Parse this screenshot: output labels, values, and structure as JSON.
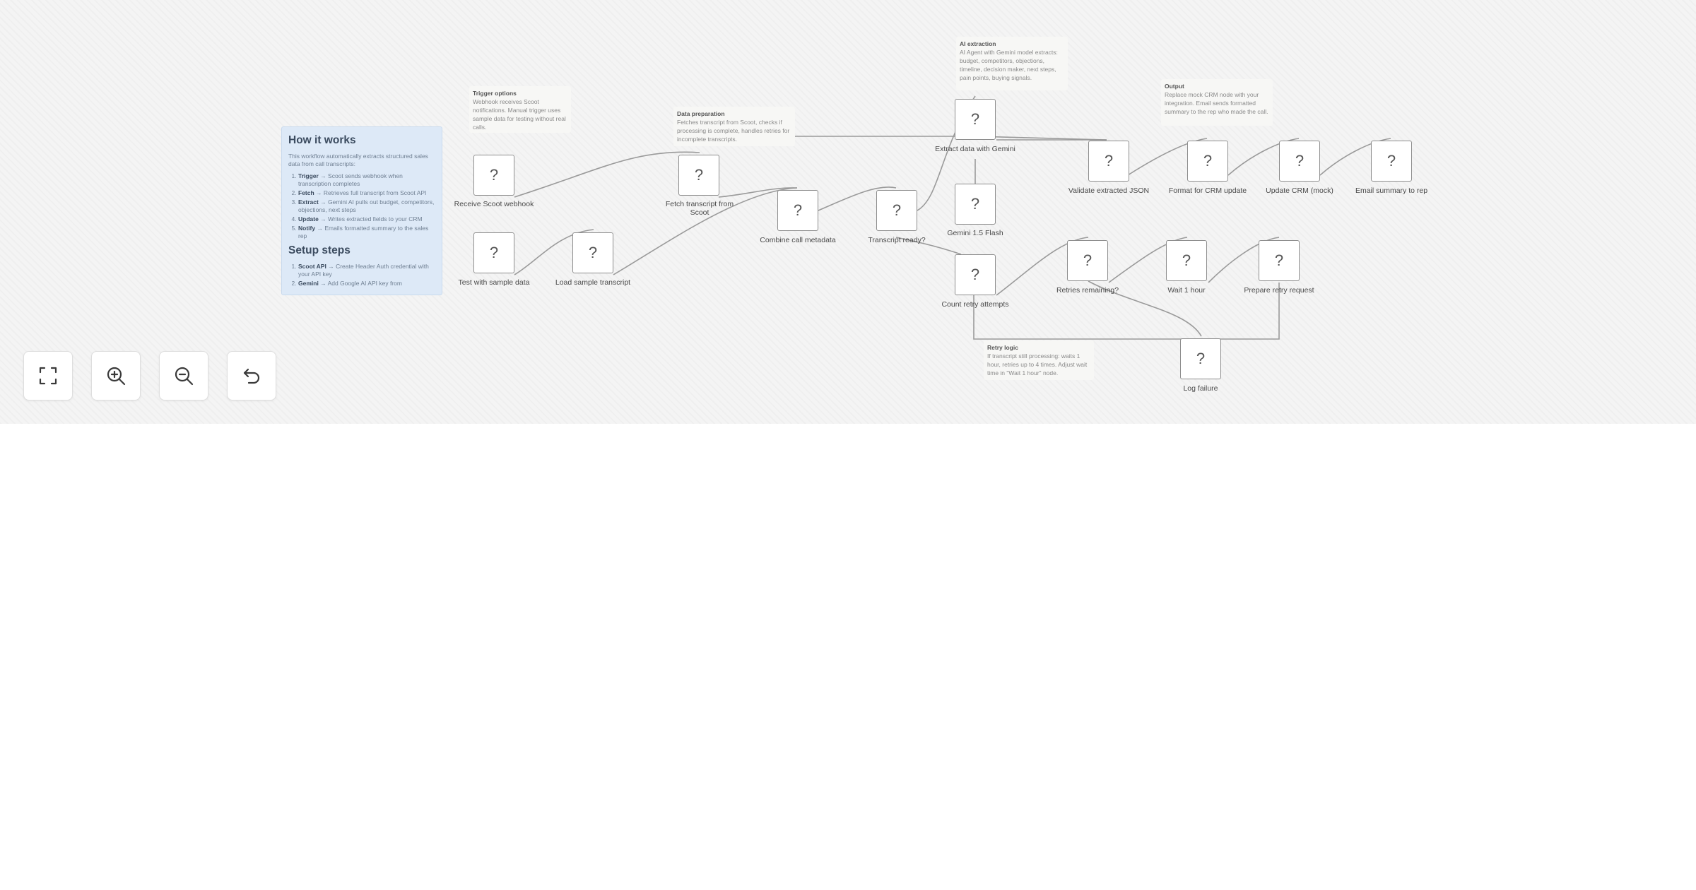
{
  "nodes": [
    {
      "id": "receive-webhook",
      "icon": "?",
      "label": "Receive Scoot webhook"
    },
    {
      "id": "test-sample",
      "icon": "?",
      "label": "Test with sample data"
    },
    {
      "id": "load-sample",
      "icon": "?",
      "label": "Load sample transcript"
    },
    {
      "id": "fetch-transcript",
      "icon": "?",
      "label": "Fetch transcript from Scoot"
    },
    {
      "id": "combine-metadata",
      "icon": "?",
      "label": "Combine call metadata"
    },
    {
      "id": "transcript-ready",
      "icon": "?",
      "label": "Transcript ready?"
    },
    {
      "id": "extract-gemini",
      "icon": "?",
      "label": "Extract data with Gemini"
    },
    {
      "id": "gemini-flash",
      "icon": "?",
      "label": "Gemini 1.5 Flash"
    },
    {
      "id": "count-retry",
      "icon": "?",
      "label": "Count retry attempts"
    },
    {
      "id": "validate-json",
      "icon": "?",
      "label": "Validate extracted JSON"
    },
    {
      "id": "format-crm",
      "icon": "?",
      "label": "Format for CRM update"
    },
    {
      "id": "update-crm",
      "icon": "?",
      "label": "Update CRM (mock)"
    },
    {
      "id": "email-summary",
      "icon": "?",
      "label": "Email summary to rep"
    },
    {
      "id": "retries-remaining",
      "icon": "?",
      "label": "Retries remaining?"
    },
    {
      "id": "wait-hour",
      "icon": "?",
      "label": "Wait 1 hour"
    },
    {
      "id": "prepare-retry",
      "icon": "?",
      "label": "Prepare retry request"
    },
    {
      "id": "log-failure",
      "icon": "?",
      "label": "Log failure"
    }
  ],
  "notes": {
    "trigger": {
      "title": "Trigger options",
      "body": "Webhook receives Scoot notifications. Manual trigger uses sample data for testing without real calls."
    },
    "data_prep": {
      "title": "Data preparation",
      "body": "Fetches transcript from Scoot, checks if processing is complete, handles retries for incomplete transcripts."
    },
    "ai_extraction": {
      "title": "AI extraction",
      "body": "AI Agent with Gemini model extracts: budget, competitors, objections, timeline, decision maker, next steps, pain points, buying signals."
    },
    "output": {
      "title": "Output",
      "body": "Replace mock CRM node with your integration. Email sends formatted summary to the rep who made the call."
    },
    "retry": {
      "title": "Retry logic",
      "body": "If transcript still processing: waits 1 hour, retries up to 4 times. Adjust wait time in \"Wait 1 hour\" node."
    }
  },
  "how_it_works": {
    "title": "How it works",
    "intro": "This workflow automatically extracts structured sales data from call transcripts:",
    "steps": [
      {
        "name": "Trigger",
        "text": "→ Scoot sends webhook when transcription completes"
      },
      {
        "name": "Fetch",
        "text": "→ Retrieves full transcript from Scoot API"
      },
      {
        "name": "Extract",
        "text": "→ Gemini AI pulls out budget, competitors, objections, next steps"
      },
      {
        "name": "Update",
        "text": "→ Writes extracted fields to your CRM"
      },
      {
        "name": "Notify",
        "text": "→ Emails formatted summary to the sales rep"
      }
    ],
    "setup_title": "Setup steps",
    "setup_steps": [
      {
        "name": "Scoot API",
        "text": "→ Create Header Auth credential with your API key"
      },
      {
        "name": "Gemini",
        "text": "→ Add Google AI API key from"
      }
    ]
  },
  "controls": [
    {
      "id": "fit-view",
      "icon": "fullscreen-icon"
    },
    {
      "id": "zoom-in",
      "icon": "zoom-in-icon"
    },
    {
      "id": "zoom-out",
      "icon": "zoom-out-icon"
    },
    {
      "id": "undo",
      "icon": "undo-icon"
    }
  ],
  "colors": {
    "canvas_bg": "#f4f4f4",
    "panel_bg": "#dde9f7",
    "edge": "#9a9a9a",
    "node_border": "#8d8d8d"
  }
}
